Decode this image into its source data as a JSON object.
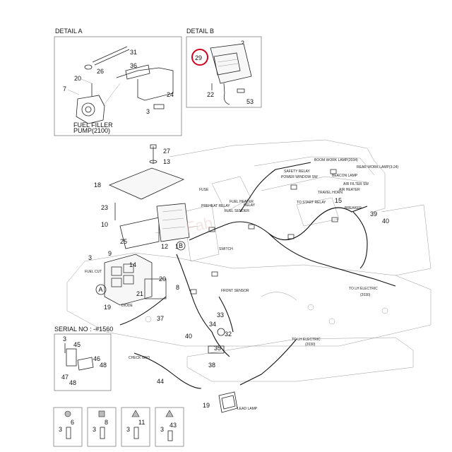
{
  "details": {
    "a_title": "DETAIL A",
    "b_title": "DETAIL B",
    "fuel_pump_caption_1": "FUEL FILLER",
    "fuel_pump_caption_2": "PUMP(2100)",
    "serial_title": "SERIAL NO : -#1560"
  },
  "part_numbers": {
    "p31": "31",
    "p26": "26",
    "p20a": "20",
    "p36": "36",
    "p7a": "7",
    "p24": "24",
    "p3a": "3",
    "p2": "2",
    "p29": "29",
    "p22": "22",
    "p53": "53",
    "p27": "27",
    "p13": "13",
    "p18": "18",
    "p23": "23",
    "p10": "10",
    "p25": "25",
    "p3b": "3",
    "p9": "9",
    "p14": "14",
    "p12": "12",
    "p1": "1",
    "p20b": "20",
    "p8": "8",
    "p21": "21",
    "p19a": "19",
    "p37": "37",
    "p33": "33",
    "p34": "34",
    "p40a": "40",
    "p32": "32",
    "p35": "35",
    "p38": "38",
    "p44": "44",
    "p19b": "19",
    "p15": "15",
    "p39": "39",
    "p40b": "40",
    "p45": "45",
    "p3c": "3",
    "p46": "46",
    "p48a": "48",
    "p47": "47",
    "p48b": "48",
    "p3d": "3",
    "p6": "6",
    "p3e": "3",
    "p8b": "8",
    "p3f": "3",
    "p11": "11",
    "p3g": "3",
    "p43": "43"
  },
  "markers": {
    "a": "A",
    "b": "B"
  },
  "callouts": {
    "to_lh_electric_1": "TO LH ELECTRIC",
    "to_lh_electric_1_code": "(2030)",
    "to_lh_electric_2": "TO LH ELECTRIC",
    "to_lh_electric_2_code": "(2030)",
    "to_start_relay": "TO START RELAY",
    "harness_tags": [
      "BOOM WORK LAMP(2034)",
      "REAR WORK LAMP(3-24)",
      "SAFETY RELAY",
      "POWER WINDOW SW",
      "AIR FILTER SW",
      "TRAVEL HORN",
      "AIR HEATER",
      "FUEL HEATER",
      "PREHEAT RELAY",
      "FUEL SENDER",
      "SWITCH",
      "FUEL CUT",
      "FRONT SENSOR",
      "DIODE",
      "CHECK GND",
      "LEAD LAMP",
      "BREAKER",
      "RELAY",
      "FUSE",
      "BEACON LAMP"
    ]
  },
  "watermark": "Fab"
}
